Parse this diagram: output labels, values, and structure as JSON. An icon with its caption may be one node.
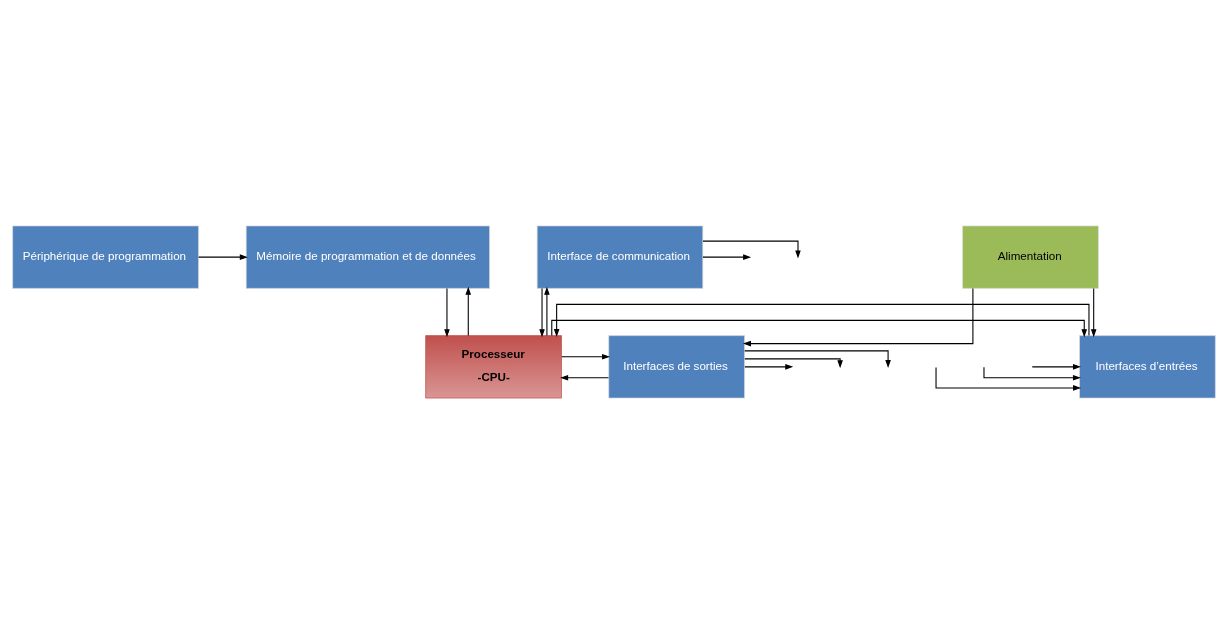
{
  "diagram": {
    "nodes": [
      {
        "text": [
          "Périphérique de programmation"
        ]
      },
      {
        "text": [
          "Mémoire de programmation et de données"
        ]
      },
      {
        "text": [
          "Interface de communication"
        ]
      },
      {
        "text": [
          "Interfaces d’entrées"
        ]
      },
      {
        "text": [
          "Processeur",
          "-CPU-"
        ]
      },
      {
        "text": [
          "Interfaces de sorties"
        ]
      },
      {
        "text": [
          "Alimentation"
        ]
      }
    ],
    "edges": [
      {
        "from": 0,
        "to": 1,
        "arrow": "to"
      },
      {
        "from": 1,
        "to": 4,
        "arrow": "to"
      },
      {
        "from": 4,
        "to": 1,
        "arrow": "to"
      },
      {
        "from": 2,
        "to": 4,
        "arrow": "to"
      },
      {
        "from": 4,
        "to": 2,
        "arrow": "to"
      },
      {
        "from": 2,
        "to": null,
        "arrow": "to"
      },
      {
        "from": 2,
        "to": null,
        "arrow": "to"
      },
      {
        "from": null,
        "to": 3,
        "arrow": "to"
      },
      {
        "from": null,
        "to": 3,
        "arrow": "to"
      },
      {
        "from": null,
        "to": 3,
        "arrow": "to"
      },
      {
        "from": 4,
        "to": 3,
        "arrow": "to"
      },
      {
        "from": 3,
        "to": 4,
        "arrow": "to"
      },
      {
        "from": 4,
        "to": 5,
        "arrow": "to"
      },
      {
        "from": 5,
        "to": 4,
        "arrow": "to"
      },
      {
        "from": 5,
        "to": null,
        "arrow": "to"
      },
      {
        "from": 5,
        "to": null,
        "arrow": "to"
      },
      {
        "from": 5,
        "to": null,
        "arrow": "to"
      },
      {
        "from": 6,
        "to": 3,
        "arrow": "to"
      },
      {
        "from": 6,
        "to": 5,
        "arrow": "to"
      }
    ]
  }
}
